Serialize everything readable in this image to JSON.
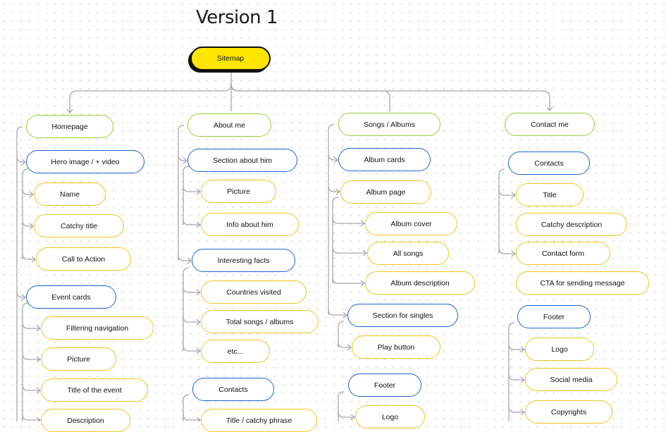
{
  "title": "Version 1",
  "root": {
    "label": "Sitemap"
  },
  "columns": [
    {
      "id": "homepage",
      "label": "Homepage",
      "children": [
        {
          "label": "Hero image / + video",
          "children": [
            "Name",
            "Catchy title",
            "Call to Action"
          ]
        },
        {
          "label": "Event cards",
          "children": [
            "Filtering navigation",
            "Picture",
            "Title of the event",
            "Description"
          ]
        }
      ]
    },
    {
      "id": "about",
      "label": "About me",
      "children": [
        {
          "label": "Section about him",
          "children": [
            "Picture",
            "Info about him"
          ]
        },
        {
          "label": "Interesting facts",
          "children": [
            "Countries visited",
            "Total songs / albums",
            "etc..."
          ]
        },
        {
          "label": "Contacts",
          "children": [
            "Title / catchy phrase"
          ]
        }
      ]
    },
    {
      "id": "songs",
      "label": "Songs / Albums",
      "children": [
        {
          "label": "Album cards",
          "children": []
        },
        {
          "label": "Album page",
          "children": [
            "Album cover",
            "All songs",
            "Album description"
          ],
          "style": "yellow"
        },
        {
          "label": "Section for singles",
          "children": [
            "Play button"
          ]
        },
        {
          "label": "Footer",
          "children": [
            "Logo"
          ]
        }
      ]
    },
    {
      "id": "contact",
      "label": "Contact me",
      "children": [
        {
          "label": "Contacts",
          "children": [
            "Title",
            "Catchy description",
            "Contact form",
            "CTA for sending message"
          ]
        },
        {
          "label": "Footer",
          "children": [
            "Logo",
            "Social media",
            "Copyrights"
          ]
        }
      ]
    }
  ],
  "colors": {
    "section": "#9acd32",
    "group": "#1e63d6",
    "item": "#f0c419",
    "root_fill": "#ffe600",
    "connector": "#a8a8a8"
  }
}
